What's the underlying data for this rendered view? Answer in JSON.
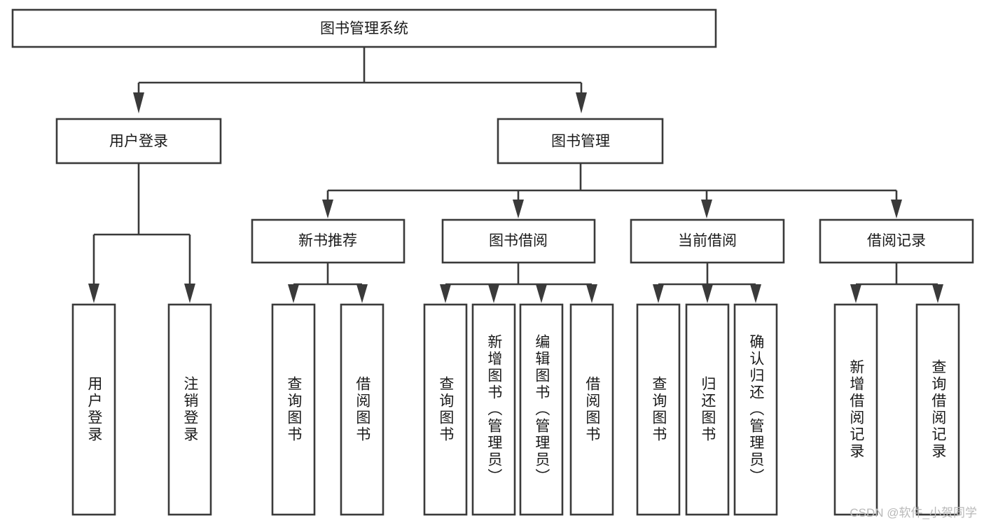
{
  "diagram": {
    "title": "图书管理系统",
    "watermark": "CSDN @软件_小贺同学",
    "colors": {
      "stroke": "#3a3a3a",
      "box_fill": "#ffffff",
      "text": "#1a1a1a",
      "background": "#ffffff",
      "watermark": "#b9b9b9"
    },
    "root": {
      "label": "图书管理系统"
    },
    "level2": [
      {
        "label": "用户登录"
      },
      {
        "label": "图书管理"
      }
    ],
    "level3": [
      {
        "label": "新书推荐"
      },
      {
        "label": "图书借阅"
      },
      {
        "label": "当前借阅"
      },
      {
        "label": "借阅记录"
      }
    ],
    "leaves": {
      "user_login": [
        {
          "label": "用户登录"
        },
        {
          "label": "注销登录"
        }
      ],
      "new_book_recommend": [
        {
          "label": "查询图书"
        },
        {
          "label": "借阅图书"
        }
      ],
      "book_borrow": [
        {
          "label": "查询图书"
        },
        {
          "label": "新增图书（管理员）"
        },
        {
          "label": "编辑图书（管理员）"
        },
        {
          "label": "借阅图书"
        }
      ],
      "current_borrow": [
        {
          "label": "查询图书"
        },
        {
          "label": "归还图书"
        },
        {
          "label": "确认归还（管理员）"
        }
      ],
      "borrow_record": [
        {
          "label": "新增借阅记录"
        },
        {
          "label": "查询借阅记录"
        }
      ]
    }
  }
}
